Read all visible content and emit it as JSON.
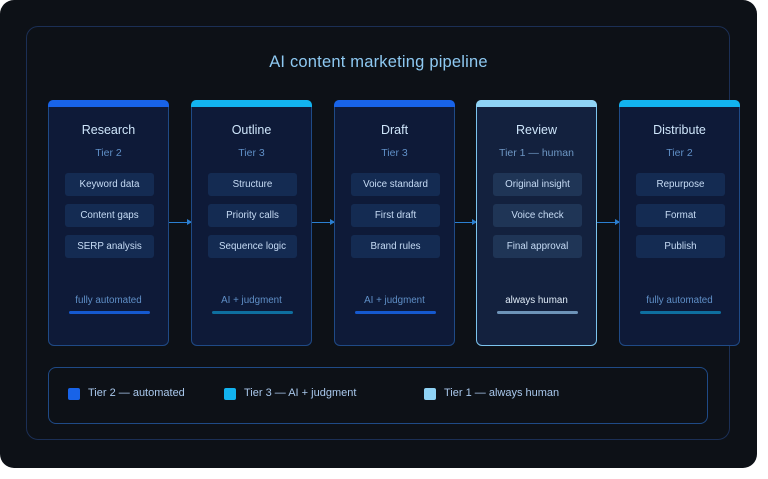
{
  "title": "AI content marketing pipeline",
  "colors": {
    "tier2": "#1863e8",
    "tier3": "#12b3ef",
    "tier1": "#8fd3f5",
    "frame_background": "#0d1117",
    "stage_background": "#0e1a38"
  },
  "stages": [
    {
      "name": "Research",
      "tier": "Tier 2",
      "items": [
        "Keyword data",
        "Content gaps",
        "SERP analysis"
      ],
      "mode": "fully automated"
    },
    {
      "name": "Outline",
      "tier": "Tier 3",
      "items": [
        "Structure",
        "Priority calls",
        "Sequence logic"
      ],
      "mode": "AI + judgment"
    },
    {
      "name": "Draft",
      "tier": "Tier 3",
      "items": [
        "Voice standard",
        "First draft",
        "Brand rules"
      ],
      "mode": "AI + judgment"
    },
    {
      "name": "Review",
      "tier": "Tier 1 — human",
      "items": [
        "Original insight",
        "Voice check",
        "Final approval"
      ],
      "mode": "always human"
    },
    {
      "name": "Distribute",
      "tier": "Tier 2",
      "items": [
        "Repurpose",
        "Format",
        "Publish"
      ],
      "mode": "fully automated"
    }
  ],
  "legend": [
    {
      "label": "Tier 2 — automated",
      "color": "#1863e8"
    },
    {
      "label": "Tier 3 — AI + judgment",
      "color": "#12b3ef"
    },
    {
      "label": "Tier 1 — always human",
      "color": "#8fd3f5"
    }
  ]
}
